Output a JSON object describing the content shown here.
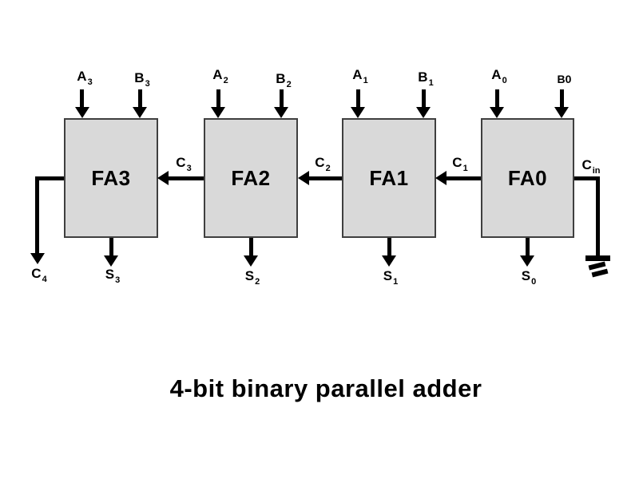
{
  "diagram": {
    "caption": "4-bit binary parallel adder",
    "adders": [
      {
        "name": "FA3",
        "input_a": {
          "text": "A",
          "sub": "3"
        },
        "input_b": {
          "text": "B",
          "sub": "3"
        },
        "sum": {
          "text": "S",
          "sub": "3"
        }
      },
      {
        "name": "FA2",
        "input_a": {
          "text": "A",
          "sub": "2"
        },
        "input_b": {
          "text": "B",
          "sub": "2"
        },
        "sum": {
          "text": "S",
          "sub": "2"
        }
      },
      {
        "name": "FA1",
        "input_a": {
          "text": "A",
          "sub": "1"
        },
        "input_b": {
          "text": "B",
          "sub": "1"
        },
        "sum": {
          "text": "S",
          "sub": "1"
        }
      },
      {
        "name": "FA0",
        "input_a": {
          "text": "A",
          "sub": "0"
        },
        "input_b": {
          "text": "B0",
          "sub": ""
        },
        "sum": {
          "text": "S",
          "sub": "0"
        }
      }
    ],
    "carries": [
      {
        "text": "C",
        "sub": "3"
      },
      {
        "text": "C",
        "sub": "2"
      },
      {
        "text": "C",
        "sub": "1"
      }
    ],
    "carry_out": {
      "text": "C",
      "sub": "4"
    },
    "carry_in": {
      "text": "C",
      "sub": "in"
    },
    "ground": "earth-ground",
    "colors": {
      "background": "#ffffff",
      "box_fill": "#d9d9d9",
      "box_border": "#3f3f3f",
      "line": "#000000",
      "text": "#000000"
    }
  }
}
